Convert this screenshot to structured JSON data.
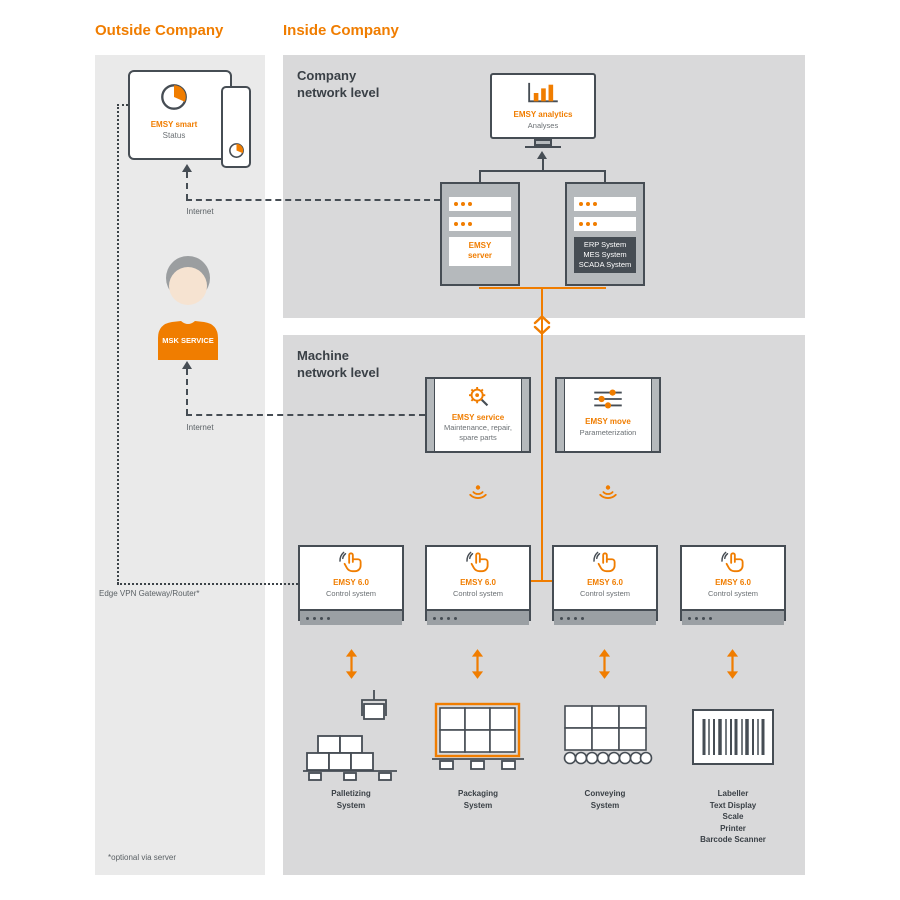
{
  "colors": {
    "accent": "#f07d00",
    "dark": "#464d54",
    "panel_left": "#eaeaea",
    "panel_right": "#d9d9da"
  },
  "headers": {
    "outside": "Outside Company",
    "inside": "Inside Company"
  },
  "company_panel": {
    "title": "Company\nnetwork level"
  },
  "machine_panel": {
    "title": "Machine\nnetwork level"
  },
  "outside": {
    "smart_name": "EMSY smart",
    "smart_sub": "Status",
    "internet_top": "Internet",
    "internet_bottom": "Internet",
    "person_label": "MSK SERVICE",
    "edge_vpn_label": "Edge VPN Gateway/Router*",
    "footnote": "*optional via server"
  },
  "company": {
    "analytics_name": "EMSY analytics",
    "analytics_sub": "Analyses",
    "server_name": "EMSY\nserver",
    "systems": "ERP System\nMES System\nSCADA System"
  },
  "machine": {
    "service_name": "EMSY service",
    "service_sub": "Maintenance, repair,\nspare parts",
    "move_name": "EMSY move",
    "move_sub": "Parameterization",
    "controllers": [
      {
        "name": "EMSY 6.0",
        "sub": "Control system"
      },
      {
        "name": "EMSY 6.0",
        "sub": "Control system"
      },
      {
        "name": "EMSY 6.0",
        "sub": "Control system"
      },
      {
        "name": "EMSY 6.0",
        "sub": "Control system"
      }
    ],
    "machines": [
      {
        "label": "Palletizing\nSystem"
      },
      {
        "label": "Packaging\nSystem"
      },
      {
        "label": "Conveying\nSystem"
      },
      {
        "label": "Labeller\nText Display\nScale\nPrinter\nBarcode Scanner"
      }
    ]
  }
}
